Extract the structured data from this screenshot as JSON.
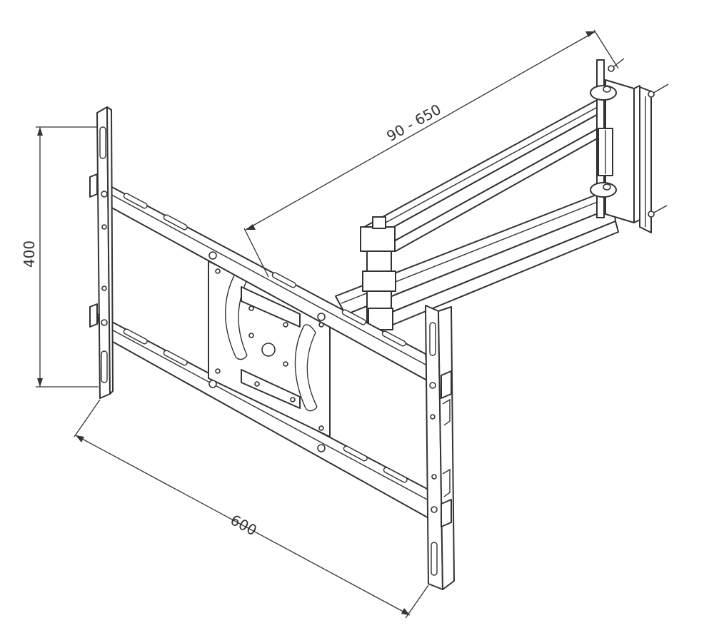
{
  "diagram": {
    "subject": "tv-wall-mount-swing-arm",
    "colors": {
      "line": "#333333",
      "fill": "#ffffff"
    },
    "dimensions": {
      "height_label": "400",
      "width_label": "600",
      "extension_label": "90 - 650"
    }
  }
}
